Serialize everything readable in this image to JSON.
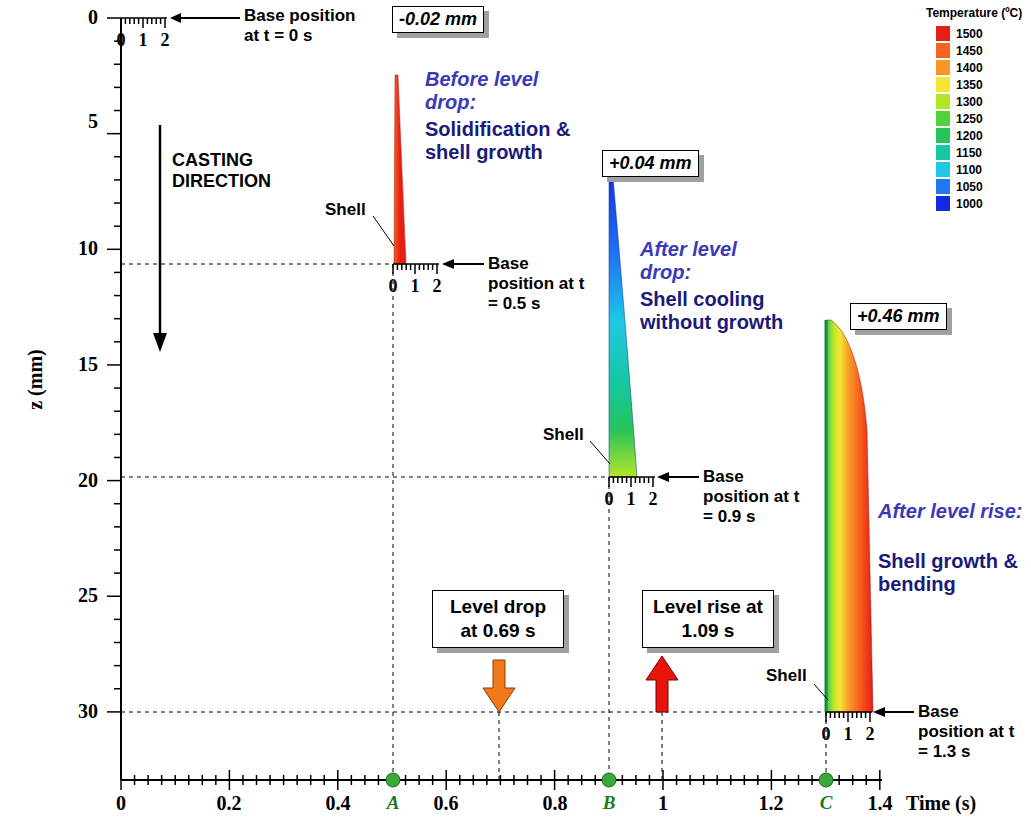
{
  "diagram": {
    "nodes": [
      {
        "text": [
          "-0.02 mm"
        ]
      },
      {
        "text": [
          "+0.04 mm"
        ]
      },
      {
        "text": [
          "+0.46 mm"
        ]
      },
      {
        "text": [
          "Level drop at 0.69 s"
        ]
      },
      {
        "text": [
          "Level rise at 1.09 s"
        ]
      }
    ],
    "labels": [
      "Base position at t = 0 s",
      "0",
      "1",
      "2",
      "CASTING DIRECTION",
      "z (mm)",
      "0",
      "5",
      "10",
      "15",
      "20",
      "25",
      "30",
      "0",
      "0.2",
      "0.4",
      "0.6",
      "0.8",
      "1",
      "1.2",
      "1.4",
      "Time (s)",
      "A",
      "B",
      "C",
      "Before level drop:",
      "Solidification & shell growth",
      "Shell",
      "0",
      "1",
      "2",
      "Base position at t = 0.5 s",
      "After level drop:",
      "Shell cooling without growth",
      "Shell",
      "0",
      "1",
      "2",
      "Base position at t = 0.9 s",
      "After level rise:",
      "Shell growth & bending",
      "Shell",
      "0",
      "1",
      "2",
      "Base position at t = 1.3 s",
      "Temperature (ºC)"
    ],
    "legend": [
      {
        "text": "1500",
        "color": "#e61e14"
      },
      {
        "text": "1450",
        "color": "#f5641e"
      },
      {
        "text": "1400",
        "color": "#fa9628"
      },
      {
        "text": "1350",
        "color": "#f5e632"
      },
      {
        "text": "1300",
        "color": "#b4e628"
      },
      {
        "text": "1250",
        "color": "#50d23c"
      },
      {
        "text": "1200",
        "color": "#28c35a"
      },
      {
        "text": "1150",
        "color": "#14c8a0"
      },
      {
        "text": "1100",
        "color": "#1ec8e6"
      },
      {
        "text": "1050",
        "color": "#1e78f0"
      },
      {
        "text": "1000",
        "color": "#1428e6"
      }
    ]
  }
}
